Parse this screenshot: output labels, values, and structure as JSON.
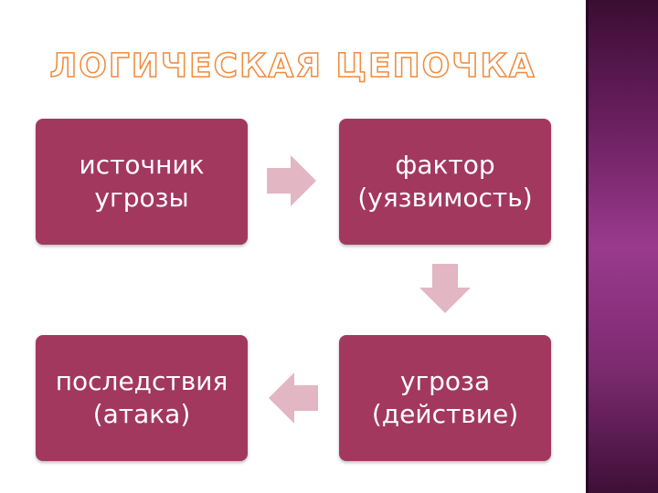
{
  "slide": {
    "title": "ЛОГИЧЕСКАЯ ЦЕПОЧКА"
  },
  "diagram": {
    "nodes": [
      {
        "id": "source",
        "label": "источник\nугрозы"
      },
      {
        "id": "factor",
        "label": "фактор\n(уязвимость)"
      },
      {
        "id": "threat",
        "label": "угроза\n(действие)"
      },
      {
        "id": "consequence",
        "label": "последствия\n(атака)"
      }
    ],
    "flow": [
      "source",
      "factor",
      "threat",
      "consequence"
    ]
  },
  "colors": {
    "box_fill": "#a3385f",
    "arrow_fill": "#e3b6c3",
    "title_outline": "#f08a3c",
    "sidebar_accent": "#9a3a8c"
  }
}
